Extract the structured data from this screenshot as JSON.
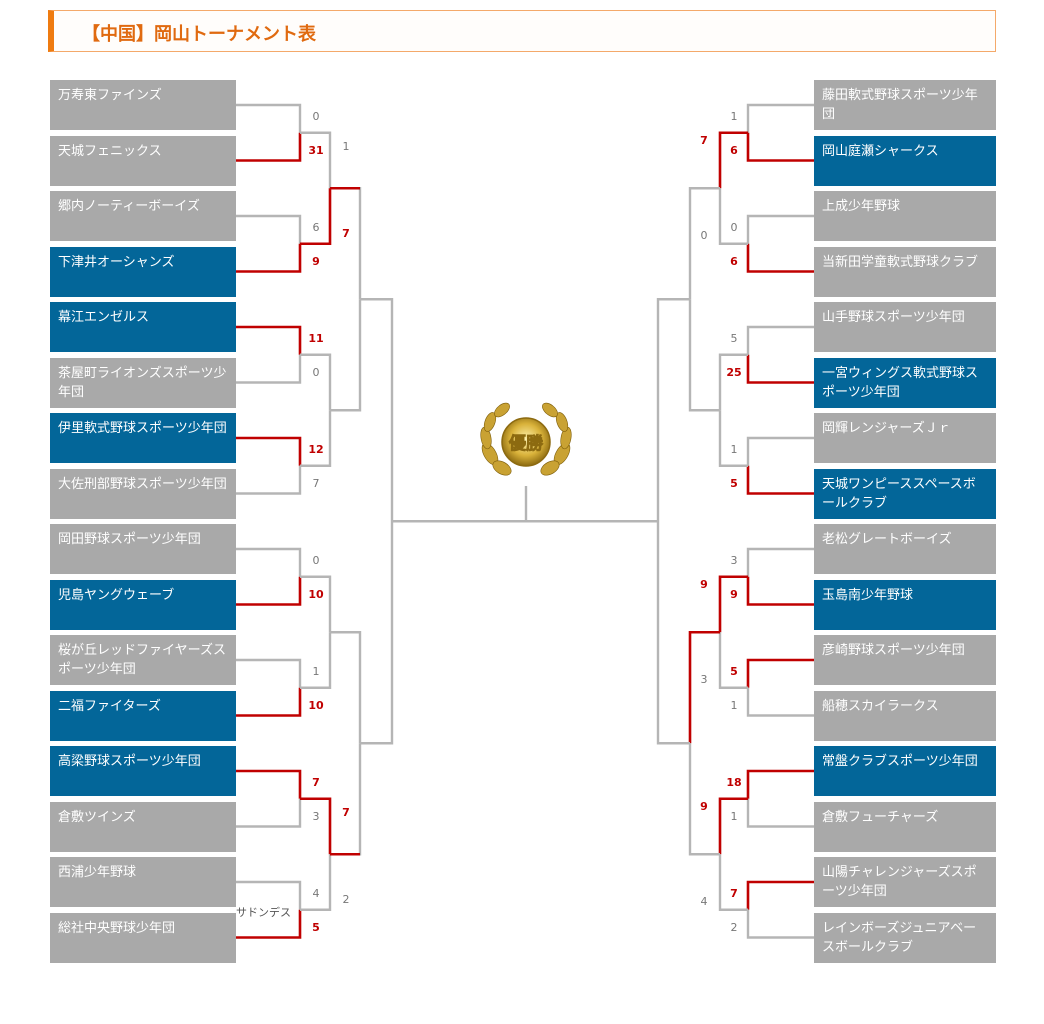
{
  "title": "【中国】岡山トーナメント表",
  "trophy_text": "優勝",
  "note": "サドンデス",
  "colors": {
    "winner_bg": "#036699",
    "loser_bg": "#a9a9a9",
    "win_line": "#c00000",
    "lose_line": "#b5b5b5",
    "accent": "#ef7b10"
  },
  "left_teams": [
    {
      "name": "万寿東ファインズ",
      "won": false
    },
    {
      "name": "天城フェニックス",
      "won": false
    },
    {
      "name": "郷内ノーティーボーイズ",
      "won": false
    },
    {
      "name": "下津井オーシャンズ",
      "won": true
    },
    {
      "name": "幕江エンゼルス",
      "won": true
    },
    {
      "name": "茶屋町ライオンズスポーツ少年団",
      "won": false
    },
    {
      "name": "伊里軟式野球スポーツ少年団",
      "won": true
    },
    {
      "name": "大佐刑部野球スポーツ少年団",
      "won": false
    },
    {
      "name": "岡田野球スポーツ少年団",
      "won": false
    },
    {
      "name": "児島ヤングウェーブ",
      "won": true
    },
    {
      "name": "桜が丘レッドファイヤーズスポーツ少年団",
      "won": false
    },
    {
      "name": "二福ファイターズ",
      "won": true
    },
    {
      "name": "高梁野球スポーツ少年団",
      "won": true
    },
    {
      "name": "倉敷ツインズ",
      "won": false
    },
    {
      "name": "西浦少年野球",
      "won": false
    },
    {
      "name": "総社中央野球少年団",
      "won": false
    }
  ],
  "right_teams": [
    {
      "name": "藤田軟式野球スポーツ少年団",
      "won": false
    },
    {
      "name": "岡山庭瀬シャークス",
      "won": true
    },
    {
      "name": "上成少年野球",
      "won": false
    },
    {
      "name": "当新田学童軟式野球クラブ",
      "won": false
    },
    {
      "name": "山手野球スポーツ少年団",
      "won": false
    },
    {
      "name": "一宮ウィングス軟式野球スポーツ少年団",
      "won": true
    },
    {
      "name": "岡輝レンジャーズＪｒ",
      "won": false
    },
    {
      "name": "天城ワンピーススペースボールクラブ",
      "won": true
    },
    {
      "name": "老松グレートボーイズ",
      "won": false
    },
    {
      "name": "玉島南少年野球",
      "won": true
    },
    {
      "name": "彦崎野球スポーツ少年団",
      "won": false
    },
    {
      "name": "船穂スカイラークス",
      "won": false
    },
    {
      "name": "常盤クラブスポーツ少年団",
      "won": true
    },
    {
      "name": "倉敷フューチャーズ",
      "won": false
    },
    {
      "name": "山陽チャレンジャーズスポーツ少年団",
      "won": false
    },
    {
      "name": "レインボーズジュニアベースボールクラブ",
      "won": false
    }
  ],
  "left_r1": [
    {
      "top": "0",
      "bottom": "31",
      "winner": "bottom"
    },
    {
      "top": "6",
      "bottom": "9",
      "winner": "bottom"
    },
    {
      "top": "11",
      "bottom": "0",
      "winner": "top"
    },
    {
      "top": "12",
      "bottom": "7",
      "winner": "top"
    },
    {
      "top": "0",
      "bottom": "10",
      "winner": "bottom"
    },
    {
      "top": "1",
      "bottom": "10",
      "winner": "bottom"
    },
    {
      "top": "7",
      "bottom": "3",
      "winner": "top"
    },
    {
      "top": "4",
      "bottom": "5",
      "winner": "bottom"
    }
  ],
  "left_r2": [
    {
      "top": "1",
      "bottom": "7",
      "winner": "bottom"
    },
    {
      "top": "",
      "bottom": "",
      "winner": "none"
    },
    {
      "top": "",
      "bottom": "",
      "winner": "none"
    },
    {
      "top": "7",
      "bottom": "2",
      "winner": "top"
    }
  ],
  "right_r1": [
    {
      "top": "1",
      "bottom": "6",
      "winner": "bottom"
    },
    {
      "top": "0",
      "bottom": "6",
      "winner": "bottom"
    },
    {
      "top": "5",
      "bottom": "25",
      "winner": "bottom"
    },
    {
      "top": "1",
      "bottom": "5",
      "winner": "bottom"
    },
    {
      "top": "3",
      "bottom": "9",
      "winner": "bottom"
    },
    {
      "top": "5",
      "bottom": "1",
      "winner": "top"
    },
    {
      "top": "18",
      "bottom": "1",
      "winner": "top"
    },
    {
      "top": "7",
      "bottom": "2",
      "winner": "top"
    }
  ],
  "right_r2": [
    {
      "top": "7",
      "bottom": "0",
      "winner": "top"
    },
    {
      "top": "",
      "bottom": "",
      "winner": "none"
    },
    {
      "top": "9",
      "bottom": "3",
      "winner": "top"
    },
    {
      "top": "9",
      "bottom": "4",
      "winner": "top"
    }
  ]
}
